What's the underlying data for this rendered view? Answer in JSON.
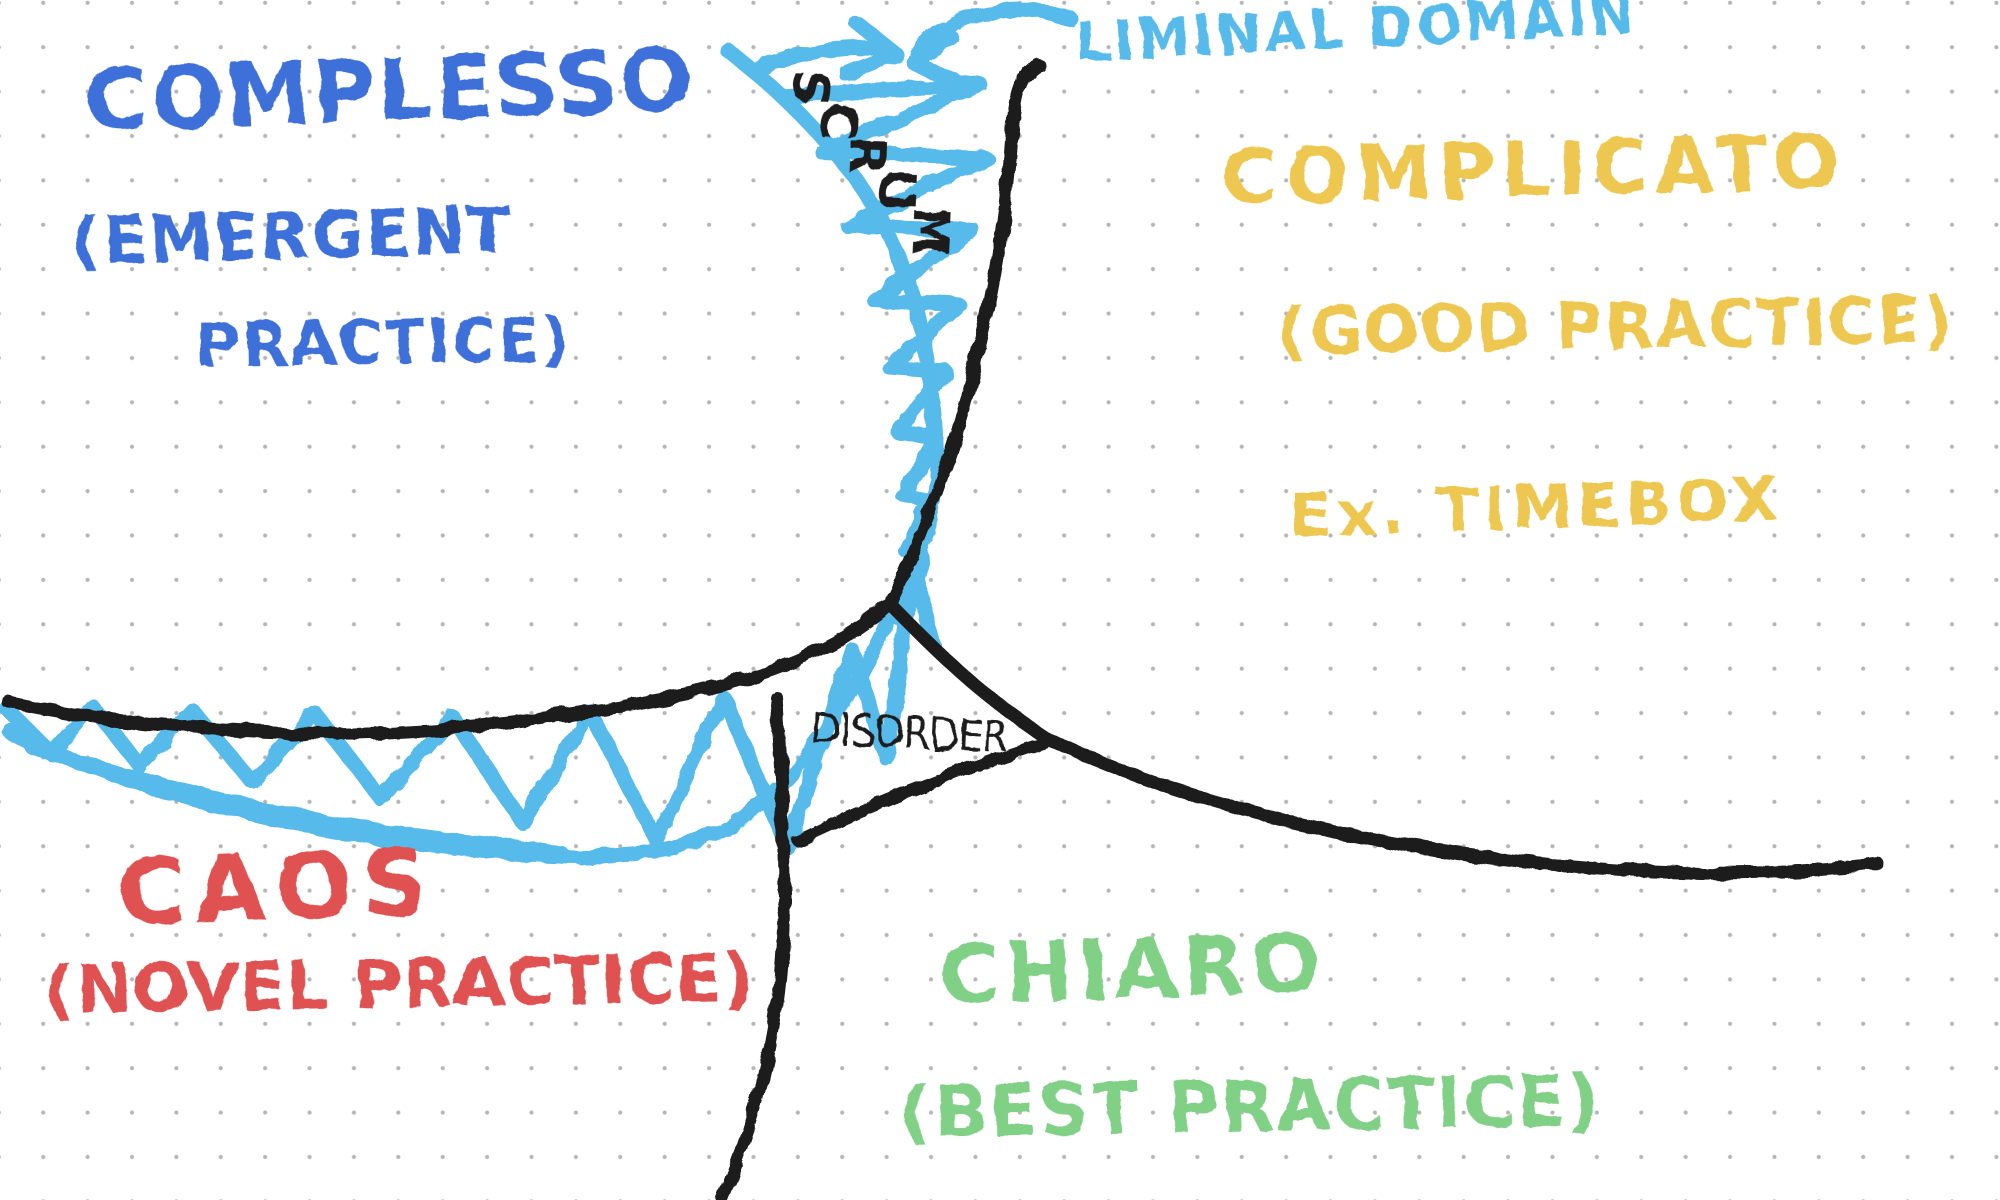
{
  "colors": {
    "complex_blue": "#3e6fd9",
    "complicated_yellow": "#eec751",
    "chaotic_red": "#e05151",
    "clear_green": "#80d086",
    "liminal_light_blue": "#57bbeb",
    "ink_black": "#1b1b1b"
  },
  "labels": {
    "complex_name": "COMPLESSO",
    "complex_practice_line1": "(EMERGENT",
    "complex_practice_line2": "PRACTICE)",
    "complicated_name": "COMPLICATO",
    "complicated_practice": "(GOOD PRACTICE)",
    "complicated_example": "Ex. TIMEBOX",
    "chaotic_name": "CAOS",
    "chaotic_practice": "(NOVEL PRACTICE)",
    "clear_name": "CHIARO",
    "clear_practice": "(BEST PRACTICE)",
    "disorder_name": "DISORDER",
    "liminal_domain_label": "LIMINAL DOMAIN",
    "scrum_annotation": "SCRUM"
  }
}
